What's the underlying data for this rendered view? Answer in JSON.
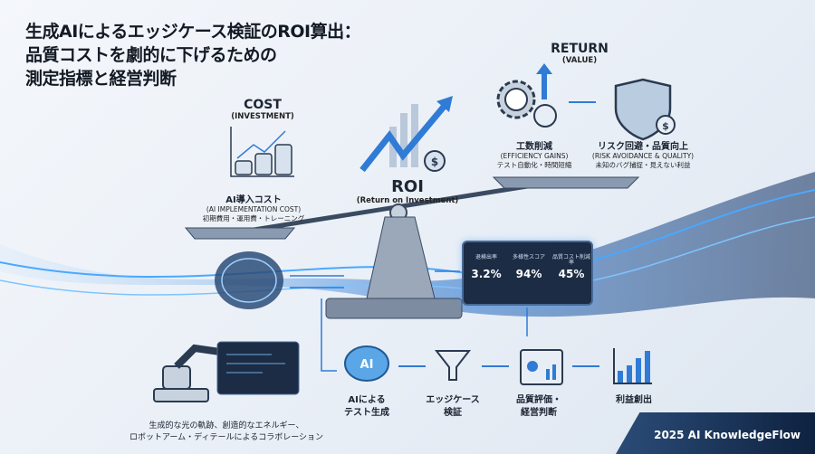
{
  "title": [
    "生成AIによるエッジケース検証のROI算出：",
    "品質コストを劇的に下げるための",
    "測定指標と経営判断"
  ],
  "cost": {
    "heading": "COST",
    "sub": "(INVESTMENT)",
    "label": "AI導入コスト",
    "label_en": "(AI IMPLEMENTATION COST)",
    "detail": "初期費用・運用費・トレーニング"
  },
  "roi": {
    "heading": "ROI",
    "sub": "(Return on Investment)"
  },
  "return": {
    "heading": "RETURN",
    "sub": "(VALUE)",
    "items": [
      {
        "label": "工数削減",
        "label_en": "(EFFICIENCY GAINS)",
        "detail": "テスト自動化・時間短縮"
      },
      {
        "label": "リスク回避・品質向上",
        "label_en": "(RISK AVOIDANCE & QUALITY)",
        "detail": "未知のバグ捕捉・見えない利益"
      }
    ]
  },
  "dashboard": {
    "metrics": [
      {
        "label": "退検出率",
        "value": "3.2%"
      },
      {
        "label": "多様性スコア",
        "value": "94%"
      },
      {
        "label": "品質コスト削減率",
        "value": "45%"
      }
    ]
  },
  "flow": [
    {
      "label": "AIによる\nテスト生成",
      "icon": "ai-brain-icon"
    },
    {
      "label": "エッジケース\n検証",
      "icon": "funnel-icon"
    },
    {
      "label": "品質評価・\n経営判断",
      "icon": "report-icon"
    },
    {
      "label": "利益創出",
      "icon": "bar-chart-growth-icon"
    }
  ],
  "caption": [
    "生成的な光の軌跡、創造的なエネルギー、",
    "ロボットアーム・ディテールによるコラボレーション"
  ],
  "footer": "2025 AI KnowledgeFlow",
  "colors": {
    "accent": "#2f7bd6",
    "dark": "#1c2c44",
    "footer": "#0e2240"
  }
}
